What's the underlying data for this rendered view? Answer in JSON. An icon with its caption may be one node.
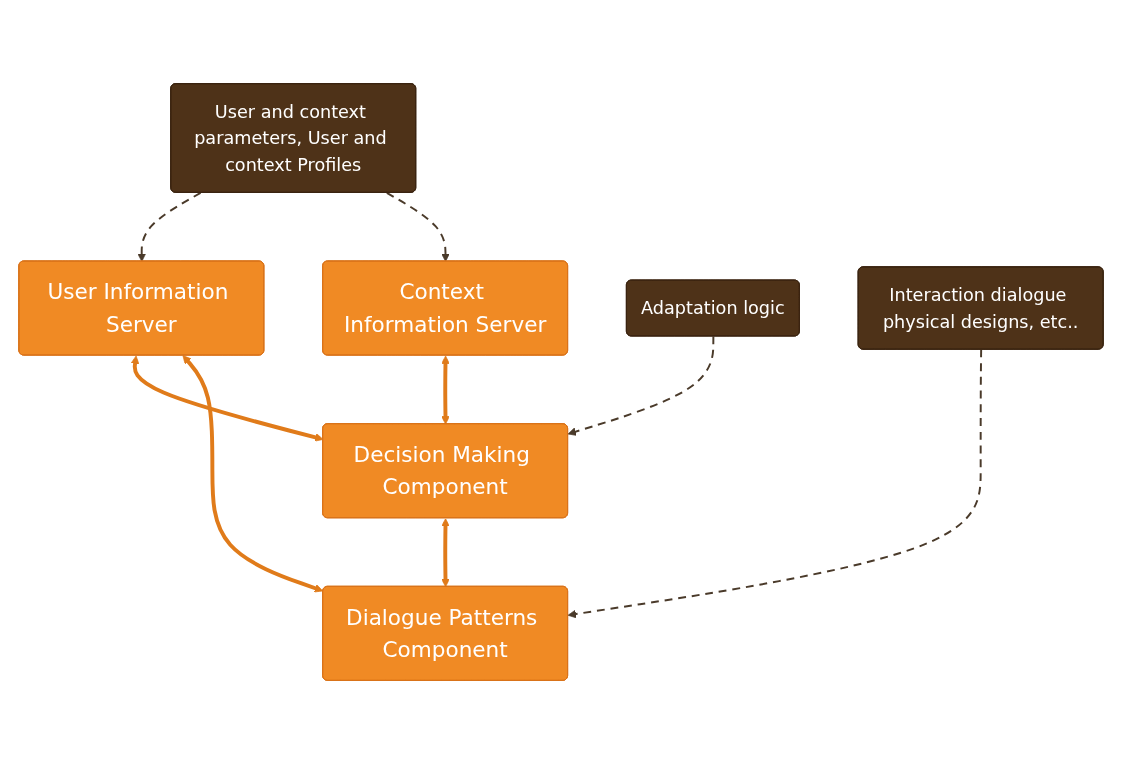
{
  "diagram": {
    "nodes": [
      {
        "text": [
          "User and context parameters, User and context Profiles"
        ]
      },
      {
        "text": [
          "User Information Server"
        ]
      },
      {
        "text": [
          "Context Information Server"
        ]
      },
      {
        "text": [
          "Decision Making Component"
        ]
      },
      {
        "text": [
          "Adaptation logic"
        ]
      },
      {
        "text": [
          "Dialogue Patterns Component"
        ]
      },
      {
        "text": [
          "Interaction dialogue physical designs, etc.."
        ]
      }
    ],
    "edges": [
      {
        "from": 0,
        "to": 1,
        "arrow": "to",
        "style": "dashed",
        "color": "#4a3a2a"
      },
      {
        "from": 0,
        "to": 2,
        "arrow": "to",
        "style": "dashed",
        "color": "#4a3a2a"
      },
      {
        "from": 1,
        "to": 3,
        "arrow": "both",
        "style": "thick",
        "color": "#e07b1a"
      },
      {
        "from": 2,
        "to": 3,
        "arrow": "both",
        "style": "thick",
        "color": "#e07b1a"
      },
      {
        "from": 4,
        "to": 3,
        "arrow": "to",
        "style": "dashed",
        "color": "#4a3a2a"
      },
      {
        "from": 3,
        "to": 5,
        "arrow": "both",
        "style": "thick",
        "color": "#e07b1a"
      },
      {
        "from": 5,
        "to": 1,
        "arrow": "both",
        "style": "thick",
        "color": "#e07b1a"
      },
      {
        "from": 6,
        "to": 5,
        "arrow": "to",
        "style": "dashed",
        "color": "#4a3a2a"
      }
    ]
  }
}
